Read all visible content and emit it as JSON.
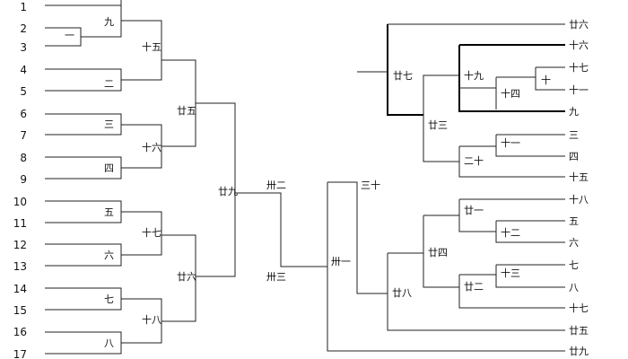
{
  "row_numbers": [
    "1",
    "2",
    "3",
    "4",
    "5",
    "6",
    "7",
    "8",
    "9",
    "10",
    "11",
    "12",
    "13",
    "14",
    "15",
    "16",
    "17"
  ],
  "left": {
    "n1": "一",
    "n2": "二",
    "n3": "三",
    "n4": "四",
    "n5": "五",
    "n6": "六",
    "n7": "七",
    "n8": "八",
    "n9": "九",
    "n15": "十五",
    "n16": "十六",
    "n17": "十七",
    "n18": "十八",
    "n25": "廿五",
    "n26": "廿六",
    "n29": "廿九"
  },
  "center": {
    "top": "卅二",
    "bottom": "卅三"
  },
  "root": "卅一",
  "right": {
    "n30": "三十",
    "n27": "廿七",
    "n28": "廿八",
    "n23": "廿三",
    "n24": "廿四",
    "n19": "十九",
    "n14": "十四",
    "n10": "十",
    "n20": "二十",
    "n11": "十一",
    "n21": "廿一",
    "n12": "十二",
    "n22": "廿二",
    "n13": "十三"
  },
  "leaves_right": [
    "廿六",
    "十六",
    "十七",
    "十一",
    "九",
    "三",
    "四",
    "十五",
    "十八",
    "五",
    "六",
    "七",
    "八",
    "十七",
    "廿五",
    "廿九"
  ]
}
